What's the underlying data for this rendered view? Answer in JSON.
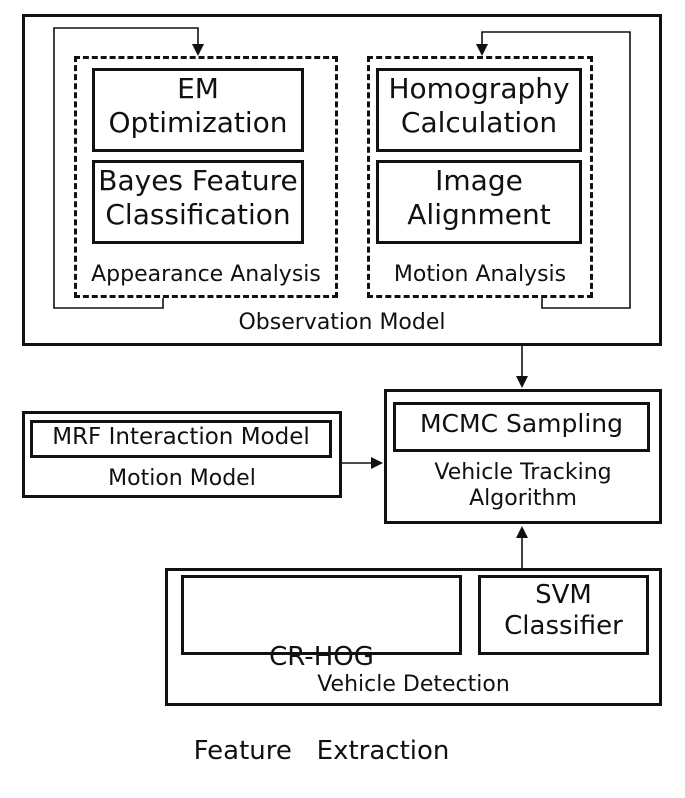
{
  "observation": {
    "title": "Observation Model",
    "appearance": {
      "label": "Appearance Analysis",
      "em_line1": "EM",
      "em_line2": "Optimization",
      "bayes_line1": "Bayes Feature",
      "bayes_line2": "Classification"
    },
    "motion": {
      "label": "Motion Analysis",
      "homography_line1": "Homography",
      "homography_line2": "Calculation",
      "image_line1": "Image",
      "image_line2": "Alignment"
    }
  },
  "motion_model": {
    "inner": "MRF Interaction Model",
    "label": "Motion Model"
  },
  "tracking": {
    "inner": "MCMC Sampling",
    "label_line1": "Vehicle Tracking",
    "label_line2": "Algorithm"
  },
  "detection": {
    "label": "Vehicle Detection",
    "crhog_line1": "CR-HOG",
    "crhog_line2": "Feature   Extraction",
    "svm_line1": "SVM",
    "svm_line2": "Classifier"
  }
}
